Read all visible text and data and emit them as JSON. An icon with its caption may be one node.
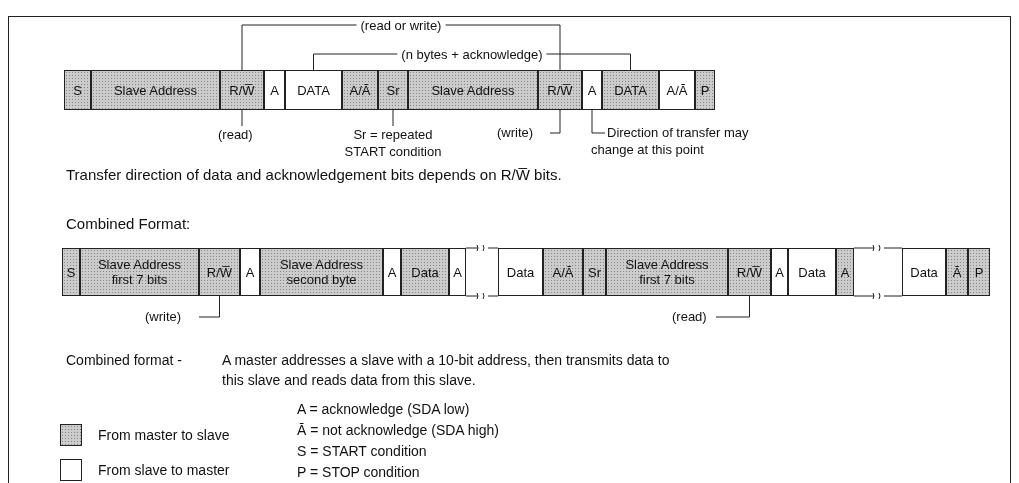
{
  "diagram": {
    "nodes": [
      {
        "text": [
          "S"
        ]
      },
      {
        "text": [
          "Slave Address"
        ]
      },
      {
        "text": [
          "R/W̅"
        ]
      },
      {
        "text": [
          "A"
        ]
      },
      {
        "text": [
          "DATA"
        ]
      },
      {
        "text": [
          "A/Ā"
        ]
      },
      {
        "text": [
          "Sr"
        ]
      },
      {
        "text": [
          "Slave Address"
        ]
      },
      {
        "text": [
          "R/W̅"
        ]
      },
      {
        "text": [
          "A"
        ]
      },
      {
        "text": [
          "DATA"
        ]
      },
      {
        "text": [
          "A/Ā"
        ]
      },
      {
        "text": [
          "P"
        ]
      },
      {
        "text": [
          "S"
        ]
      },
      {
        "text": [
          "Slave Address first 7 bits"
        ]
      },
      {
        "text": [
          "R/W̅"
        ]
      },
      {
        "text": [
          "A"
        ]
      },
      {
        "text": [
          "Slave Address second byte"
        ]
      },
      {
        "text": [
          "A"
        ]
      },
      {
        "text": [
          "Data"
        ]
      },
      {
        "text": [
          "A"
        ]
      },
      {
        "text": [
          "Data"
        ]
      },
      {
        "text": [
          "A/Ā"
        ]
      },
      {
        "text": [
          "Sr"
        ]
      },
      {
        "text": [
          "Slave Address first 7 bits"
        ]
      },
      {
        "text": [
          "R/W̅"
        ]
      },
      {
        "text": [
          "A"
        ]
      },
      {
        "text": [
          "Data"
        ]
      },
      {
        "text": [
          "A"
        ]
      },
      {
        "text": [
          "Data"
        ]
      },
      {
        "text": [
          "Ā"
        ]
      },
      {
        "text": [
          "P"
        ]
      },
      {
        "text": [
          "(read)"
        ]
      },
      {
        "text": [
          "Sr = repeated START condition"
        ]
      },
      {
        "text": [
          "(write)"
        ]
      },
      {
        "text": [
          "Direction of transfer may change at this point"
        ]
      },
      {
        "text": [
          "(write)"
        ]
      },
      {
        "text": [
          "(read)"
        ]
      }
    ],
    "edges": [
      {
        "from": 2,
        "to": 8,
        "arrow": "none",
        "label": "(read or write)"
      },
      {
        "from": 4,
        "to": 10,
        "arrow": "none",
        "label": "(n bytes + acknowledge)"
      },
      {
        "from": 32,
        "to": 2,
        "arrow": "none"
      },
      {
        "from": 33,
        "to": 6,
        "arrow": "none"
      },
      {
        "from": 34,
        "to": 8,
        "arrow": "none"
      },
      {
        "from": 35,
        "to": 9,
        "arrow": "none"
      },
      {
        "from": 36,
        "to": 15,
        "arrow": "none"
      },
      {
        "from": 37,
        "to": 25,
        "arrow": "none"
      }
    ],
    "labels": [
      "Transfer direction of data and acknowledgement bits depends on R/W̅ bits.",
      "Combined Format:",
      "Combined format -",
      "A master addresses a slave with a 10-bit address, then transmits data to this slave and reads data from this slave.",
      "A = acknowledge (SDA low)",
      "Ā = not acknowledge (SDA high)",
      "S = START condition",
      "P = STOP condition"
    ],
    "legend": [
      {
        "text": "From master to slave",
        "color": "#cccccc"
      },
      {
        "text": "From slave to master",
        "color": "#ffffff"
      }
    ]
  }
}
